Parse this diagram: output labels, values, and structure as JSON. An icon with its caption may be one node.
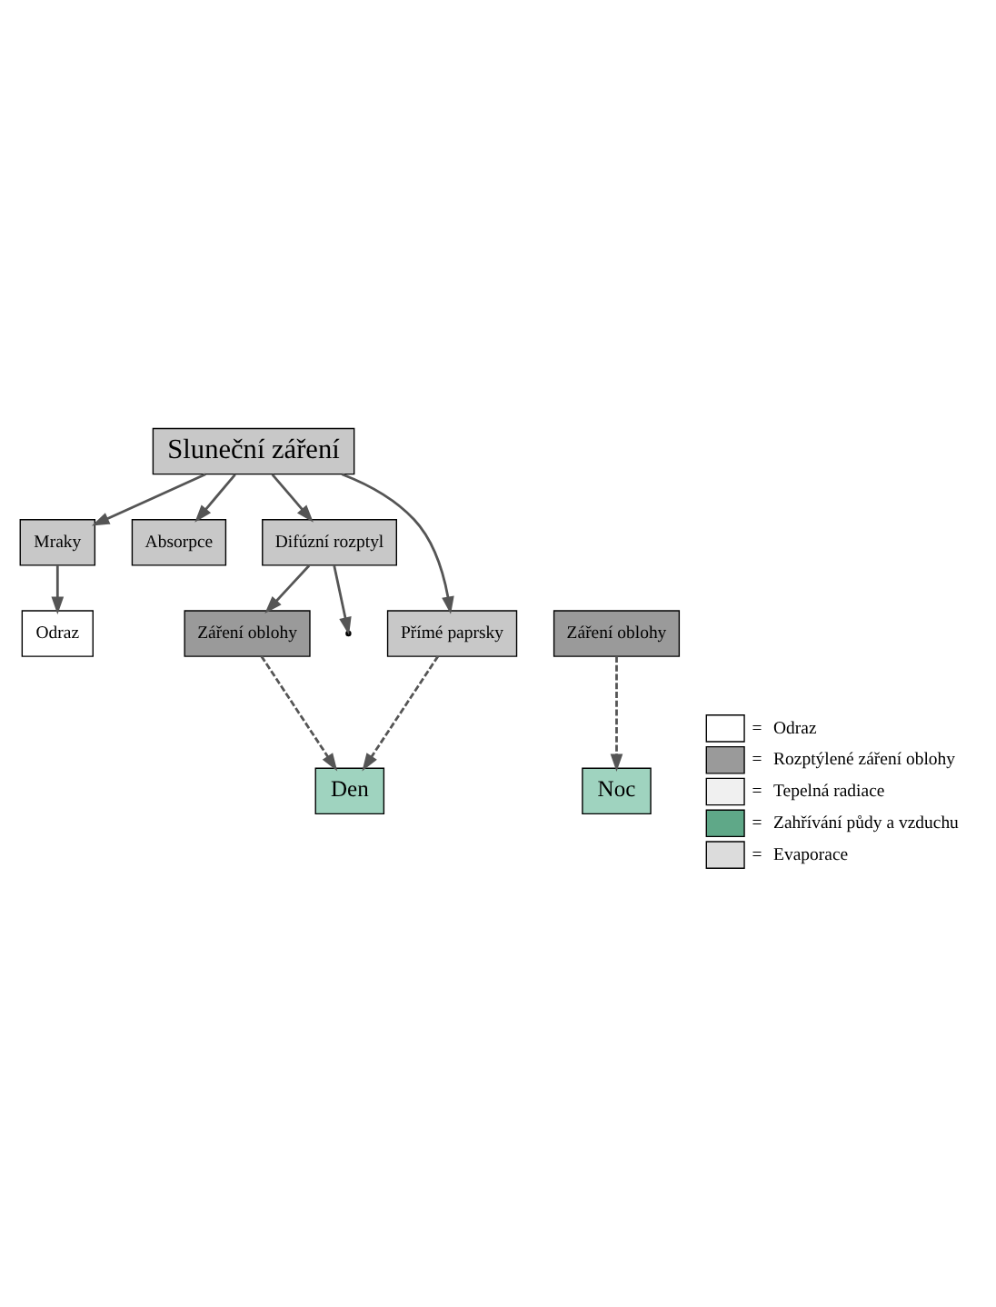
{
  "diagram": {
    "nodes": [
      {
        "text": [
          "Sluneční záření"
        ]
      },
      {
        "text": [
          "Odraz"
        ]
      },
      {
        "text": [
          "Mraky"
        ]
      },
      {
        "text": [
          "Absorpce"
        ]
      },
      {
        "text": [
          "Difúzní rozptyl"
        ]
      },
      {
        "text": [
          "Záření oblohy"
        ]
      },
      {
        "text": [
          "Přímé paprsky"
        ]
      },
      {
        "text": [
          "Záření oblohy"
        ]
      },
      {
        "text": [
          "Den"
        ]
      },
      {
        "text": [
          "Noc"
        ]
      }
    ],
    "edges": [
      {
        "from": 0,
        "to": 2,
        "arrow": "to"
      },
      {
        "from": 2,
        "to": 1,
        "arrow": "to"
      },
      {
        "from": 0,
        "to": 3,
        "arrow": "to"
      },
      {
        "from": 0,
        "to": 4,
        "arrow": "to"
      },
      {
        "from": 4,
        "to": null,
        "arrow": "to"
      },
      {
        "from": 4,
        "to": 5,
        "arrow": "to"
      },
      {
        "from": 0,
        "to": 6,
        "arrow": "to"
      },
      {
        "from": 5,
        "to": 8,
        "arrow": "to",
        "style": "dashed"
      },
      {
        "from": 6,
        "to": 8,
        "arrow": "to",
        "style": "dashed"
      },
      {
        "from": 7,
        "to": 9,
        "arrow": "to",
        "style": "dashed"
      }
    ],
    "labels": [
      "=",
      "=",
      "=",
      "=",
      "="
    ],
    "legend": [
      {
        "text": "Odraz",
        "color": "#ffffff"
      },
      {
        "text": "Rozptýlené záření oblohy",
        "color": "#9a9a9a"
      },
      {
        "text": "Tepelná radiace",
        "color": "#f0f0f0"
      },
      {
        "text": "Zahřívání půdy a vzduchu",
        "color": "#5fa888"
      },
      {
        "text": "Evaporace",
        "color": "#dcdcdc"
      }
    ]
  }
}
